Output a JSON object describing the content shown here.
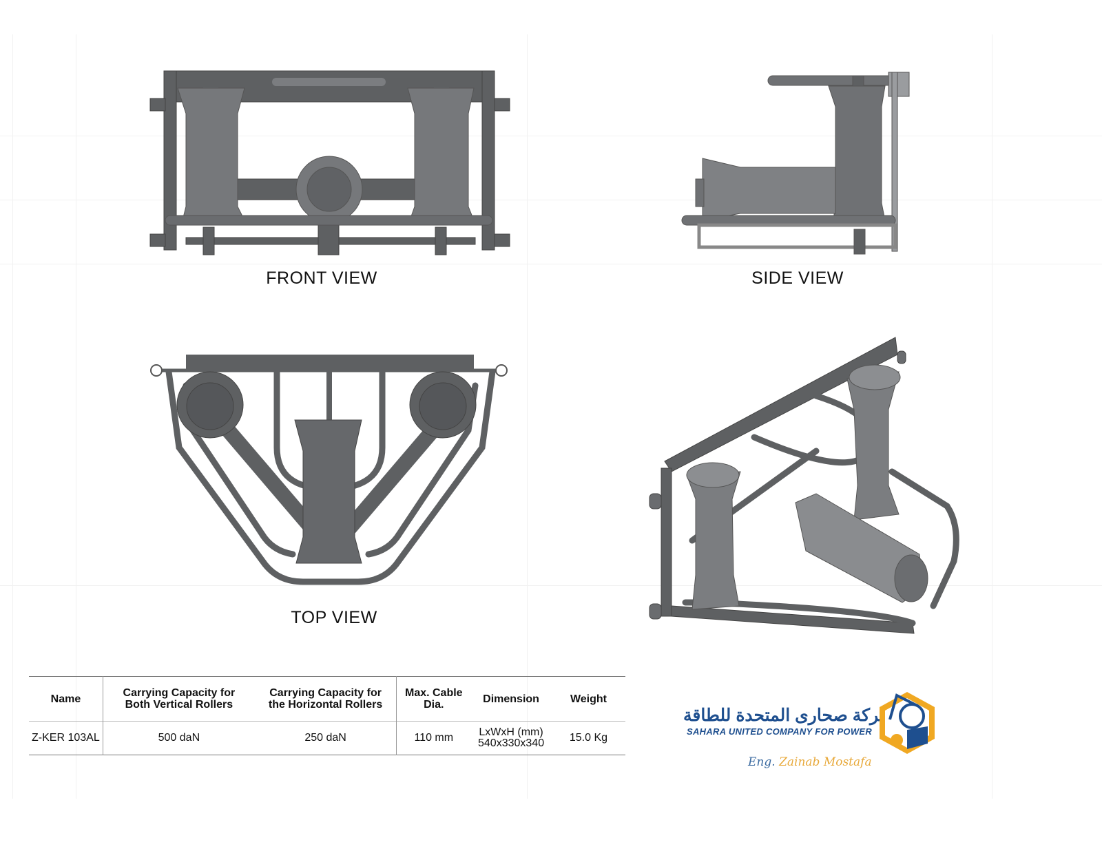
{
  "views": {
    "front_label": "FRONT VIEW",
    "side_label": "SIDE VIEW",
    "top_label": "TOP VIEW"
  },
  "table": {
    "headers": [
      "Name",
      "Carrying Capacity for Both Vertical Rollers",
      "Carrying Capacity for the Horizontal Rollers",
      "Max. Cable Dia.",
      "Dimension",
      "Weight"
    ],
    "header_lines": {
      "h1a": "Carrying Capacity for",
      "h1b": "Both Vertical Rollers",
      "h2a": "Carrying Capacity for",
      "h2b": "the Horizontal Rollers",
      "h3a": "Max. Cable",
      "h3b": "Dia."
    },
    "row": {
      "name": "Z-KER 103AL",
      "vertical_capacity": "500 daN",
      "horizontal_capacity": "250 daN",
      "max_cable_dia": "110 mm",
      "dimension_label": "LxWxH (mm)",
      "dimension_value": "540x330x340",
      "weight": "15.0 Kg"
    }
  },
  "logo": {
    "arabic_name": "شركة صحارى المتحدة للطاقة",
    "english_name": "SAHARA UNITED COMPANY FOR POWER",
    "colors": {
      "blue": "#1e4f8f",
      "orange": "#f0a822"
    }
  },
  "signature": {
    "prefix": "Eng.",
    "name": "Zainab Mostafa"
  }
}
